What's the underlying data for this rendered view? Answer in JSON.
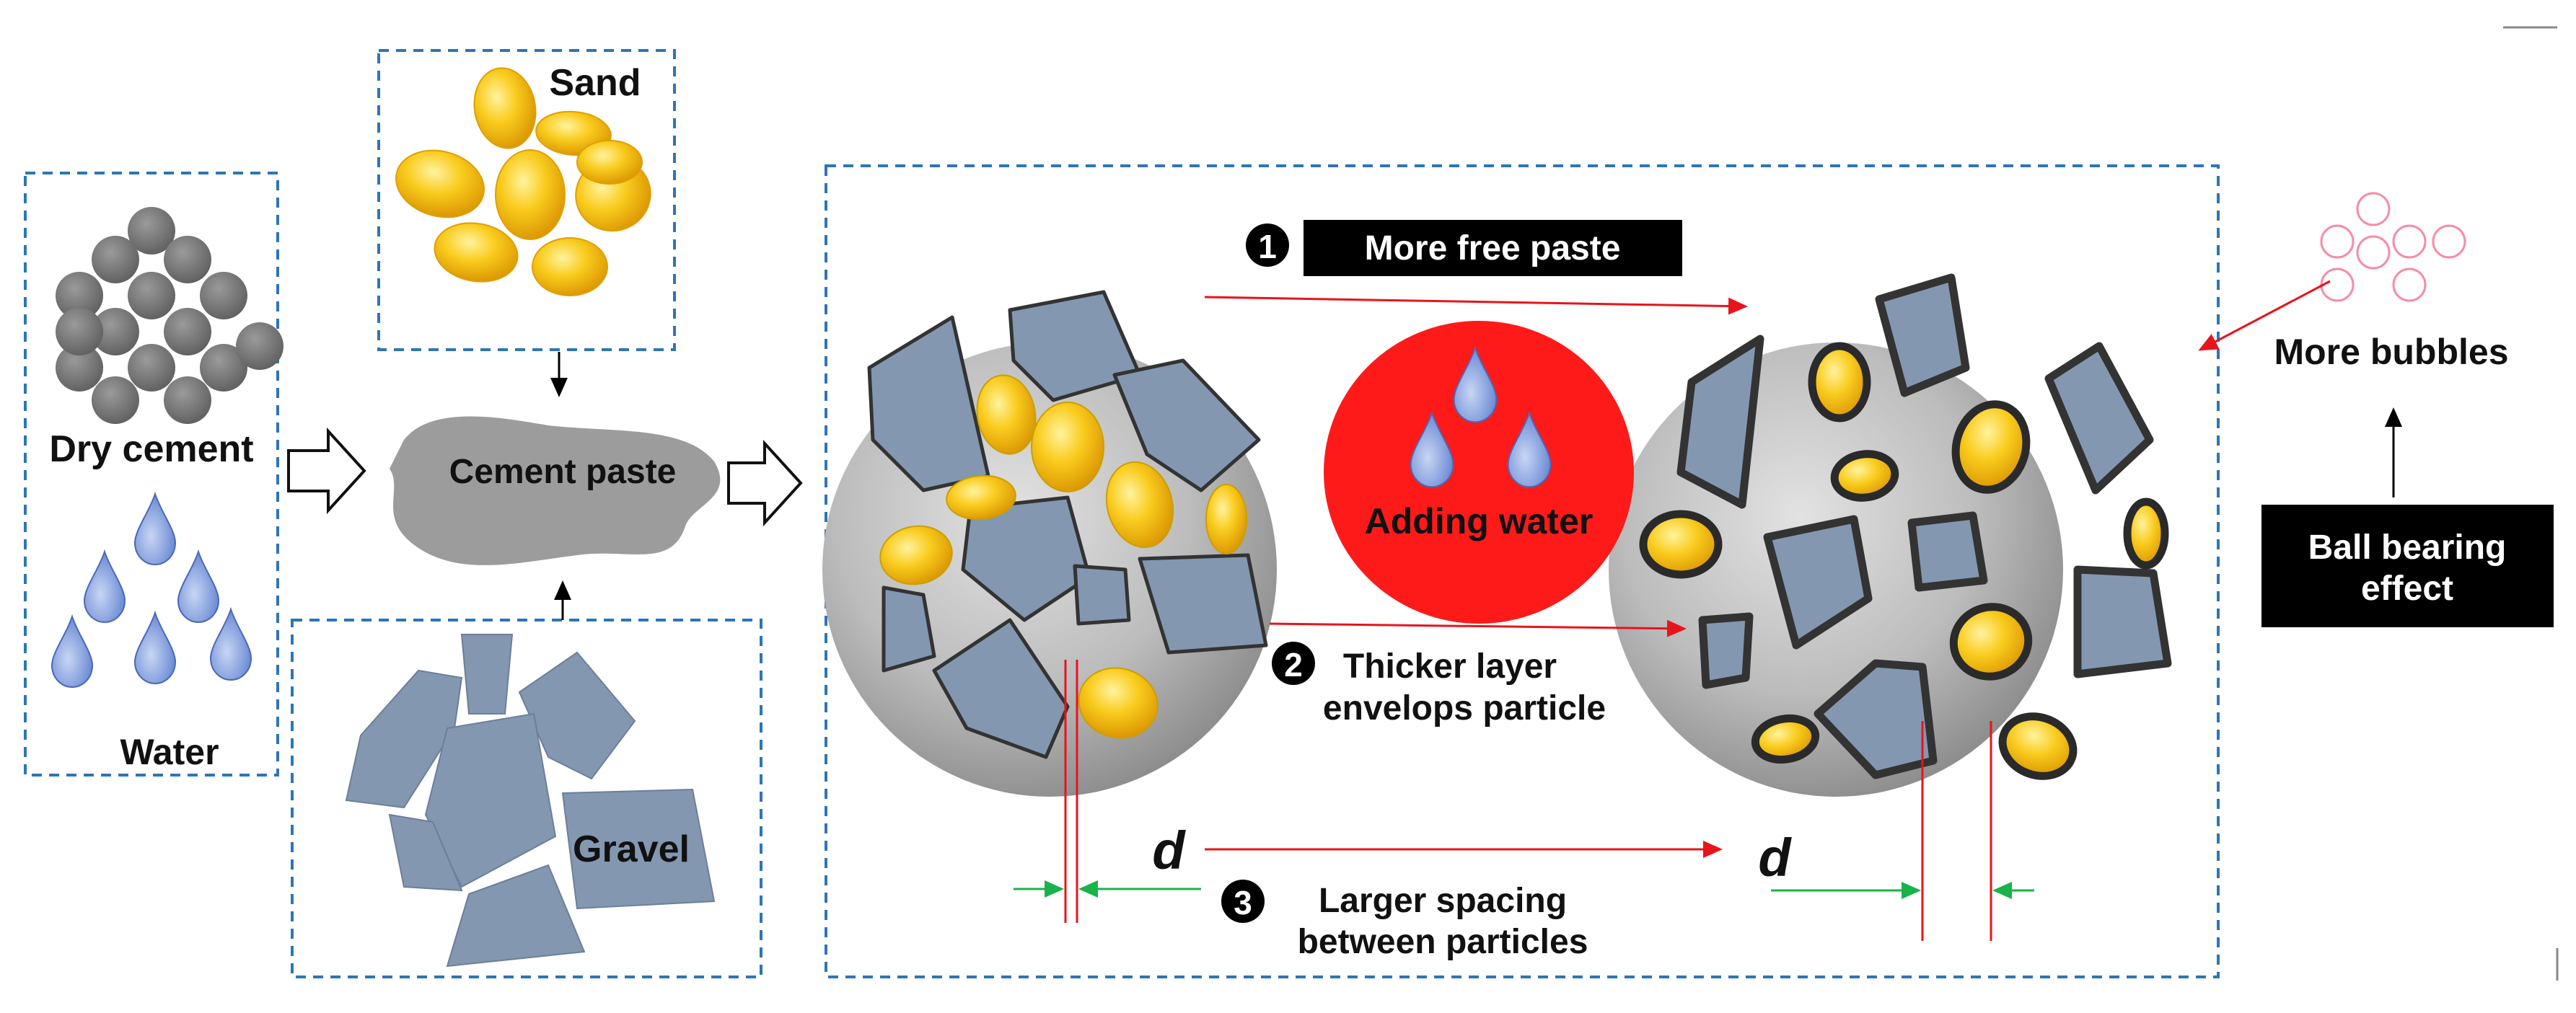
{
  "labels": {
    "sand": "Sand",
    "dry_cement": "Dry cement",
    "water": "Water",
    "cement_paste": "Cement paste",
    "gravel": "Gravel",
    "adding_water": "Adding water",
    "more_bubbles": "More bubbles",
    "ball_bearing_line1": "Ball bearing",
    "ball_bearing_line2": "effect",
    "d_left": "d",
    "d_right": "d"
  },
  "steps": [
    {
      "number": "1",
      "line1": "More free paste",
      "line2": ""
    },
    {
      "number": "2",
      "line1": "Thicker layer",
      "line2": "envelops particle"
    },
    {
      "number": "3",
      "line1": "Larger spacing",
      "line2": "between particles"
    }
  ],
  "colors": {
    "box_border": "#2e75b6",
    "sand": "#f5bf12",
    "sand_edge": "#d99a06",
    "gravel": "#8497b0",
    "cement_dot": "#6e6e6e",
    "paste": "#9a9a9a",
    "water_drop": "#6f8ed8",
    "red_arrow": "#e8141c",
    "green_arrow": "#19b34a",
    "adding_water_fill": "#ff1a1a",
    "bubble": "#f58ca8",
    "step_box": "#000000"
  }
}
